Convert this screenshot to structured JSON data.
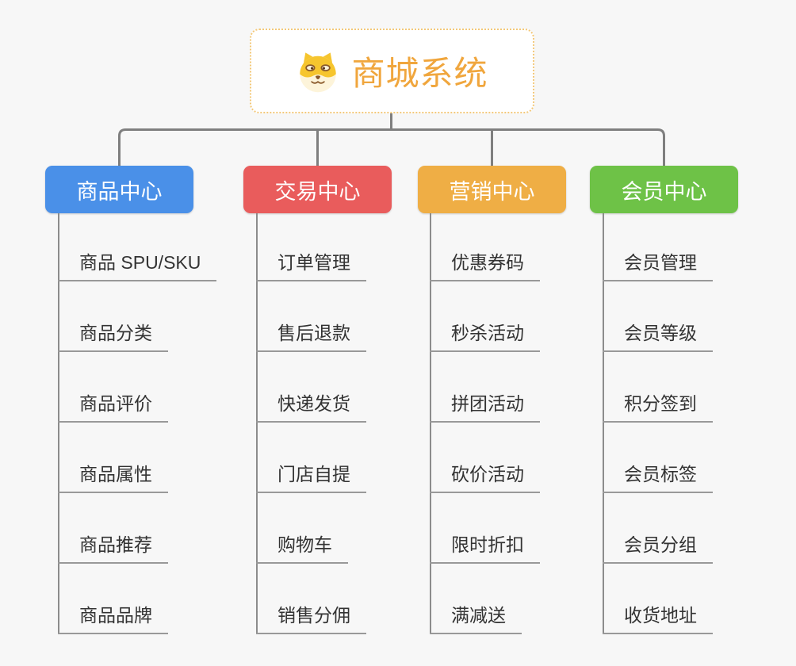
{
  "root": {
    "title": "商城系统",
    "icon": "shiba-dog-icon"
  },
  "branches": [
    {
      "label": "商品中心",
      "color": "#4a90e8",
      "items": [
        "商品 SPU/SKU",
        "商品分类",
        "商品评价",
        "商品属性",
        "商品推荐",
        "商品品牌"
      ]
    },
    {
      "label": "交易中心",
      "color": "#e95c5c",
      "items": [
        "订单管理",
        "售后退款",
        "快递发货",
        "门店自提",
        "购物车",
        "销售分佣"
      ]
    },
    {
      "label": "营销中心",
      "color": "#efae45",
      "items": [
        "优惠券码",
        "秒杀活动",
        "拼团活动",
        "砍价活动",
        "限时折扣",
        "满减送"
      ]
    },
    {
      "label": "会员中心",
      "color": "#6ec247",
      "items": [
        "会员管理",
        "会员等级",
        "积分签到",
        "会员标签",
        "会员分组",
        "收货地址"
      ]
    }
  ],
  "colors": {
    "root_text": "#f0a63d",
    "root_border": "#f3c879",
    "connector_line": "#7f7f7f",
    "column_line": "#8c8c8c",
    "underline": "#999999",
    "item_text": "#333333",
    "background": "#f7f7f7"
  }
}
